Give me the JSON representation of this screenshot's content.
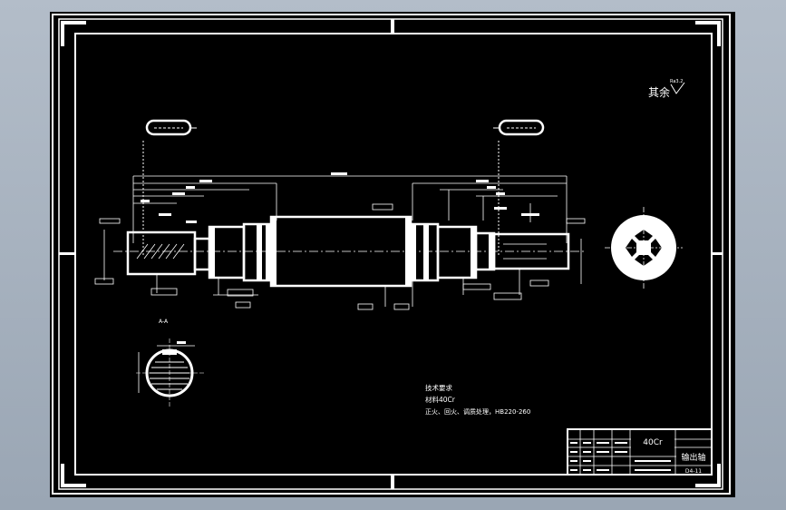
{
  "drawing": {
    "roughness_note": "其余",
    "roughness_symbol": "Ra3.2",
    "section_label": "A-A",
    "tech_requirements": {
      "title": "技术要求",
      "line1": "材料40Cr",
      "line2": "正火、回火、调质处理，HB220-260"
    },
    "title_block": {
      "part_name": "输出轴",
      "drawing_no": "D4-11",
      "material_short": "40Cr"
    }
  },
  "colors": {
    "background": "#000000",
    "line": "#ffffff",
    "screen": "#a6b1be"
  }
}
